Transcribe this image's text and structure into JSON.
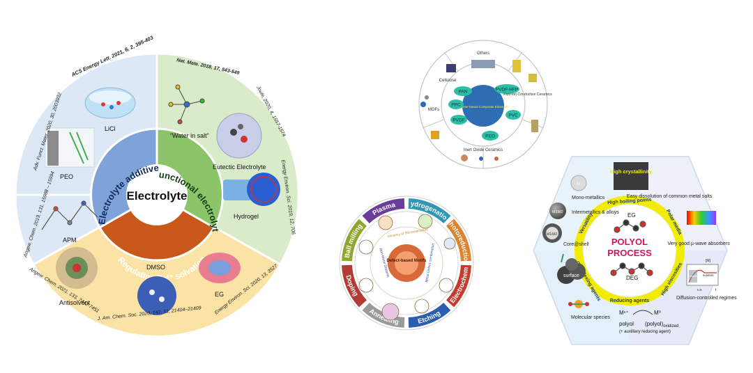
{
  "electrolyte": {
    "center": "Electrolyte",
    "inner_sectors": [
      "Electrolyte additive",
      "Functional electrolyte",
      "Regulating Zn²⁺ solvation"
    ],
    "picture_labels": [
      "LiCl",
      "PEO",
      "APM",
      "“Water in salt”",
      "Eutectic Electrolyte",
      "Hydrogel",
      "Antisolvent",
      "DMSO",
      "EG"
    ],
    "citations": [
      "ACS Energy Lett. 2021, 6, 2, 395-403",
      "Adv. Funct. Mater. 2020, 30, 2003932",
      "Angew. Chem. 2019, 131, 15988 – 15994",
      "Nat. Mate. 2018, 17, 543-549",
      "Joule, 2020, 4, 1557-1574",
      "Energy Environ. Sci. 2019, 12, 706.",
      "Angew. Chem. 2021, 133, 7442-7451",
      "J. Am. Chem. Soc. 2020, 142, 51, 21404–21409",
      "Energy Environ. Sci. 2020, 13, 3527"
    ],
    "colors": {
      "additive_outer": "#dde8f6",
      "additive_inner": "#7fa2d8",
      "functional_outer": "#d9ebc9",
      "functional_inner": "#8cc46a",
      "solvation_outer": "#fbe3a6",
      "solvation_inner": "#c8591a"
    }
  },
  "polymer": {
    "center": "Polymer-based Composite Electrolyte",
    "ring_labels": [
      "Others",
      "Cellulose",
      "MOFs",
      "Fast-ion Conductive Ceramics",
      "Inert Oxide Ceramics"
    ],
    "bubbles": [
      "PAN",
      "PVDF-HFP",
      "PPC",
      "PVDF",
      "PVC",
      "PEO"
    ],
    "colors": {
      "center": "#2f6db2",
      "bubble": "#2cbfa6"
    }
  },
  "defect": {
    "center": "Defect-based Motifs",
    "inner_arcs": [
      "Vacancy or Reconstruction",
      "Non-Metal Dopants",
      "Metal-Defect combination"
    ],
    "segments": [
      {
        "label": "Plasma",
        "color": "#6a3d9a"
      },
      {
        "label": "Hydrogenation",
        "color": "#2f97b5"
      },
      {
        "label": "Photoreduction",
        "color": "#e0812b"
      },
      {
        "label": "Electrochem",
        "color": "#c63b2e"
      },
      {
        "label": "Etching",
        "color": "#2b5fae"
      },
      {
        "label": "Annealing",
        "color": "#9a9a9a"
      },
      {
        "label": "Doping",
        "color": "#b23b35"
      },
      {
        "label": "Ball milling",
        "color": "#8ea82e"
      }
    ]
  },
  "polyol": {
    "ring_text": [
      "High boiling points",
      "Polar media",
      "High viscosities",
      "Reducing agents",
      "Complexing agents",
      "Versatility"
    ],
    "title_line1": "POLYOL",
    "title_line2": "PROCESS",
    "molecule_labels": [
      "EG",
      "DEG"
    ],
    "high_crystallinity": "High crystallinity",
    "left_items": [
      "Mono-metallics",
      "Intermetallics & alloys",
      "Core@shell",
      "surface",
      "Molecular species"
    ],
    "particle_labels": [
      "M",
      "M1M2",
      "M1/M2"
    ],
    "right_items": [
      "Easy dissolution of common metal salts",
      "Very good µ-wave absorbers",
      "Diffusion-controlled regimes"
    ],
    "graph_labels": [
      "[M]",
      "solution",
      "supersat.",
      "t",
      "t=0"
    ],
    "reaction": {
      "reactant": "Mⁿ⁺",
      "product": "M⁰",
      "polyol": "polyol",
      "aux": "(+ auxilliary reducing agent)",
      "oxidized": "(polyol)",
      "oxidized_sub": "oxidized"
    },
    "colors": {
      "ring": "#f2ec00",
      "title": "#d4145a"
    }
  }
}
